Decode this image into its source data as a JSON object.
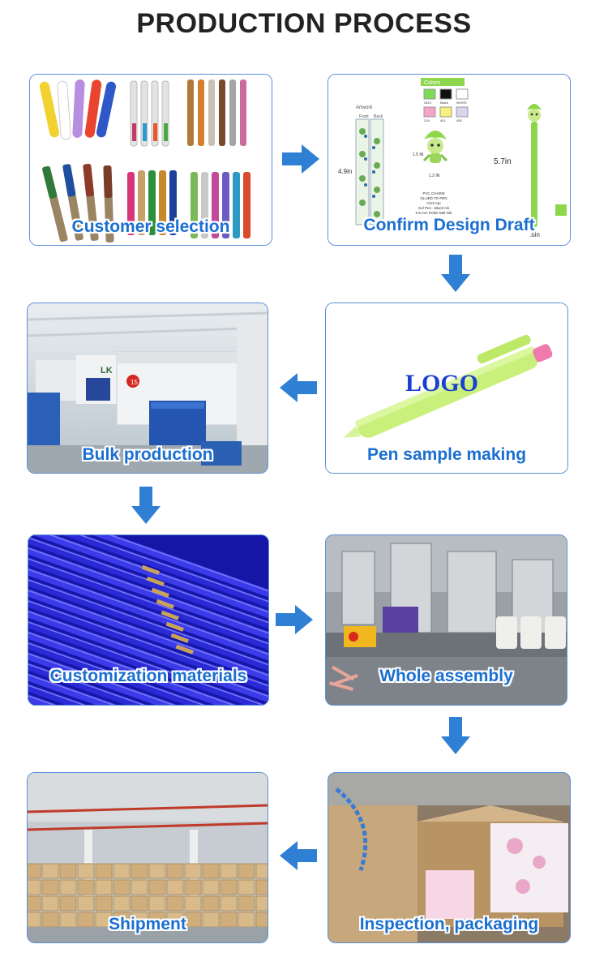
{
  "page": {
    "title": "PRODUCTION PROCESS"
  },
  "steps": [
    {
      "label": "Customer selection"
    },
    {
      "label": "Confirm Design Draft"
    },
    {
      "label": "Pen sample making"
    },
    {
      "label": "Bulk production"
    },
    {
      "label": "Customization materials"
    },
    {
      "label": "Whole assembly"
    },
    {
      "label": "Inspection, packaging"
    },
    {
      "label": "Shipment"
    }
  ],
  "design_draft": {
    "colors_heading": "Colors",
    "artwork_label": "Artwork",
    "front_label": "Front",
    "back_label": "Back",
    "dim_height": "4.9in",
    "dim_clip_h": "1.5 IN",
    "dim_clip_w": "1.2 IN",
    "dim_length": "5.7in",
    "spec_lines": [
      "PVC CHARM",
      "GLUED TO PEN",
      "Click top",
      "Gel Pen - Black Ink",
      "0.5 mm Roller Ball Nib"
    ],
    "swatches": [
      {
        "code": "361C",
        "color": "#7ed957"
      },
      {
        "code": "Black",
        "color": "#111111"
      },
      {
        "code": "WHITE",
        "color": "#ffffff"
      },
      {
        "code": "218",
        "color": "#f5a3c7"
      },
      {
        "code": "401",
        "color": "#f7f07a"
      },
      {
        "code": "455",
        "color": "#d9d4ee"
      }
    ],
    "cut_text": ".oin"
  },
  "sample": {
    "logo_text": "LOGO"
  },
  "factory": {
    "machine_brand": "LK",
    "machine_number": "15"
  },
  "colors": {
    "accent": "#1a6fd1",
    "arrow": "#2f7fd4",
    "border": "#5b8fd6"
  }
}
